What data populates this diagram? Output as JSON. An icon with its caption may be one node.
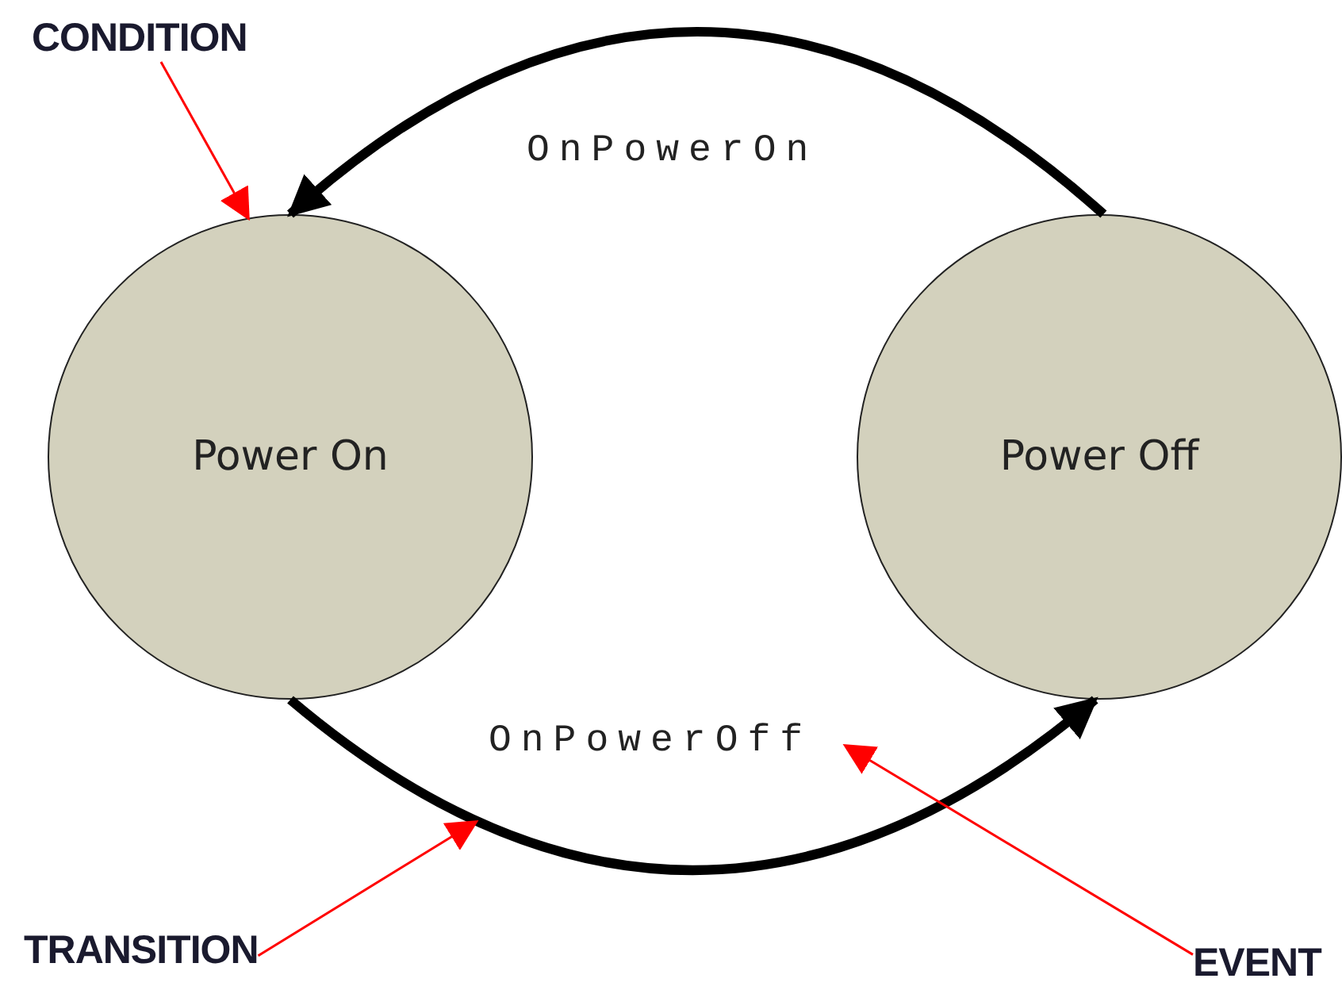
{
  "diagram": {
    "nodes": [
      {
        "text": [
          "CONDITION"
        ]
      },
      {
        "text": [
          "Power On"
        ]
      },
      {
        "text": [
          "Power Off"
        ]
      },
      {
        "text": [
          "TRANSITION"
        ]
      },
      {
        "text": [
          "EVENT"
        ]
      }
    ],
    "edges": [
      {
        "from": 2,
        "to": 1,
        "arrow": "to",
        "label": "OnPowerOn",
        "style": "thick",
        "color": "#000000"
      },
      {
        "from": 1,
        "to": 2,
        "arrow": "to",
        "label": "OnPowerOff",
        "style": "thick",
        "color": "#000000"
      },
      {
        "from": 0,
        "to": 1,
        "arrow": "to",
        "color": "#ff0000"
      },
      {
        "from": 3,
        "to": null,
        "arrow": "to",
        "color": "#ff0000"
      },
      {
        "from": 4,
        "to": null,
        "arrow": "to",
        "color": "#ff0000"
      }
    ]
  }
}
